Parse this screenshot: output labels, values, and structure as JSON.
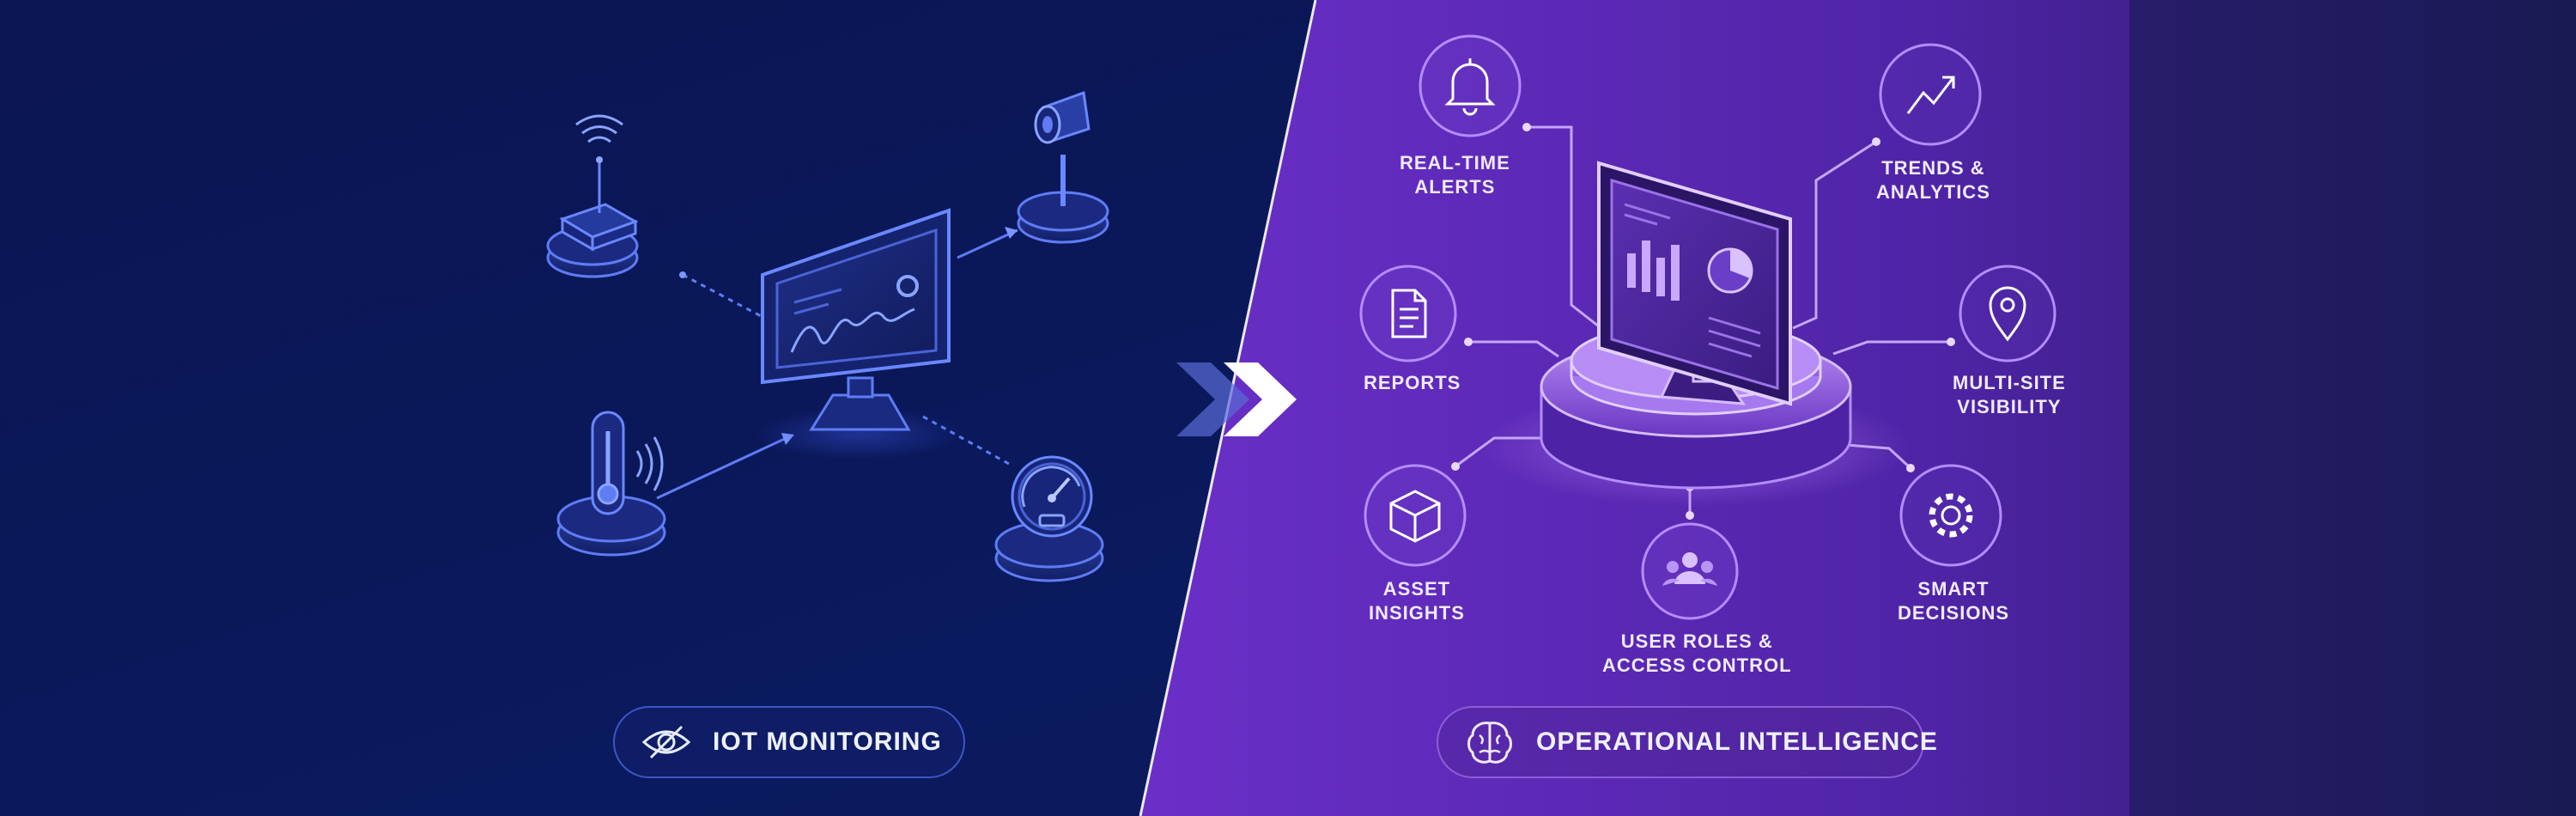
{
  "colors": {
    "left_bg": "#0b1650",
    "right_bg": "#5a26b0",
    "left_accent": "#4f6cf2",
    "right_accent": "#b48cff",
    "divider": "#ffffff"
  },
  "left_panel": {
    "label": "IOT MONITORING",
    "label_icon": "eye-icon",
    "devices": [
      "router-icon",
      "camera-icon",
      "thermometer-icon",
      "gauge-icon",
      "monitor-icon"
    ]
  },
  "transition_icon": "chevron-right-double-icon",
  "right_panel": {
    "label": "OPERATIONAL INTELLIGENCE",
    "label_icon": "brain-icon",
    "center_icon": "dashboard-monitor-icon",
    "features": {
      "alerts": {
        "line1": "REAL-TIME",
        "line2": "ALERTS",
        "icon": "bell-icon"
      },
      "trends": {
        "line1": "TRENDS &",
        "line2": "ANALYTICS",
        "icon": "trend-up-icon"
      },
      "reports": {
        "line1": "REPORTS",
        "icon": "document-icon"
      },
      "multisite": {
        "line1": "MULTI-SITE",
        "line2": "VISIBILITY",
        "icon": "location-pin-icon"
      },
      "assets": {
        "line1": "ASSET",
        "line2": "INSIGHTS",
        "icon": "cube-icon"
      },
      "roles": {
        "line1": "USER ROLES &",
        "line2": "ACCESS CONTROL",
        "icon": "users-icon"
      },
      "decisions": {
        "line1": "SMART",
        "line2": "DECISIONS",
        "icon": "gear-icon"
      }
    }
  }
}
